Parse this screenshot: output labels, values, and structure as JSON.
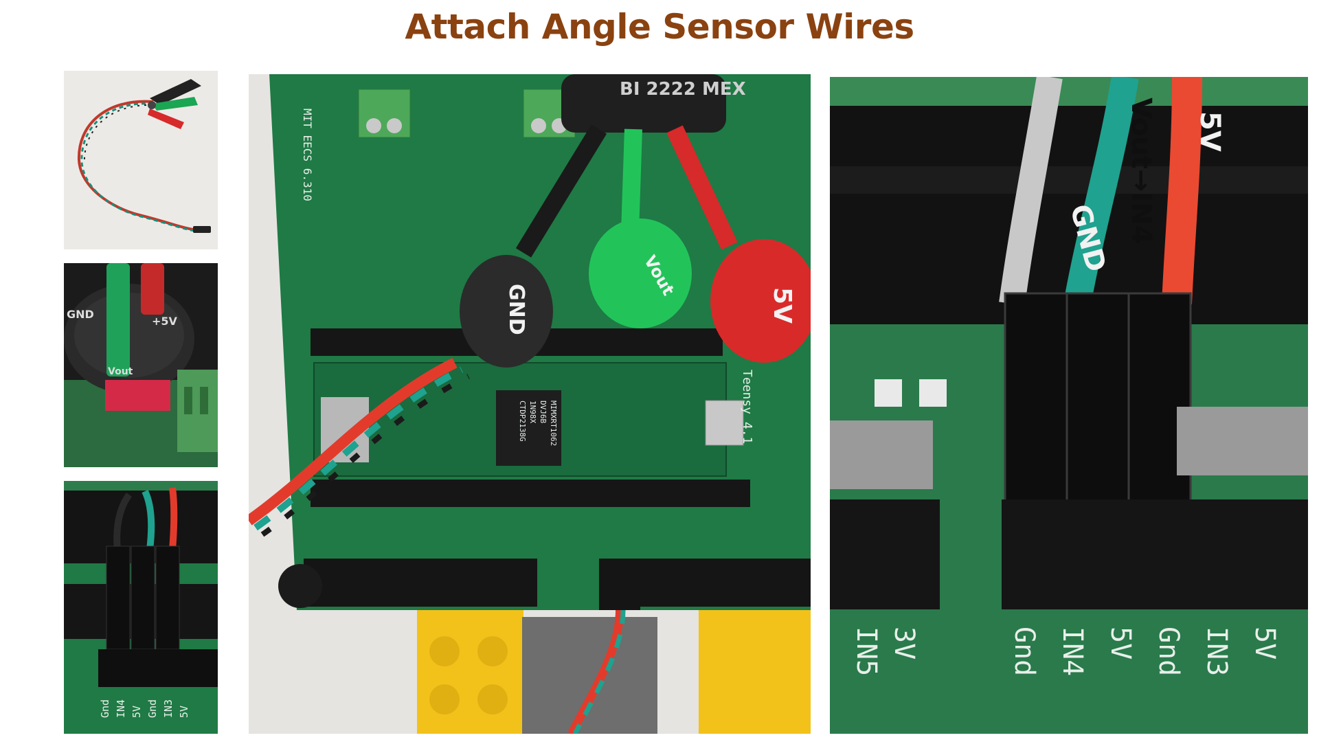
{
  "title": "Attach Angle Sensor Wires",
  "left_top": {
    "labels": []
  },
  "left_mid": {
    "labels": [
      "GND",
      "+5V",
      "Vout"
    ]
  },
  "left_bottom": {
    "header_labels": [
      "Gnd",
      "IN4",
      "5V",
      "Gnd",
      "IN3",
      "5V"
    ]
  },
  "center": {
    "board_text": "MIT EECS 6.310",
    "sensor_text": "BI 2222 MEX",
    "clip_labels": {
      "gnd": "GND",
      "vout": "Vout",
      "five_v": "5V"
    },
    "teensy_text": "Teensy 4.1",
    "chip_text": [
      "MIMXRT1062",
      "DVJ6B",
      "1N98X",
      "CTDP2138G"
    ]
  },
  "right": {
    "wire_labels": {
      "gnd": "GND",
      "vout": "Vout→IN4",
      "five_v": "5V"
    },
    "header_labels": [
      "IN5",
      "3V",
      "Gnd",
      "IN4",
      "5V",
      "Gnd",
      "IN3",
      "5V"
    ]
  },
  "colors": {
    "title": "#8a4210",
    "pcb": "#1f7a45",
    "wire_red": "#e23b2c",
    "wire_teal": "#1fa28f",
    "wire_black": "#1a1a1a",
    "clip_green": "#22c45a",
    "lego_yellow": "#f2c21a"
  }
}
